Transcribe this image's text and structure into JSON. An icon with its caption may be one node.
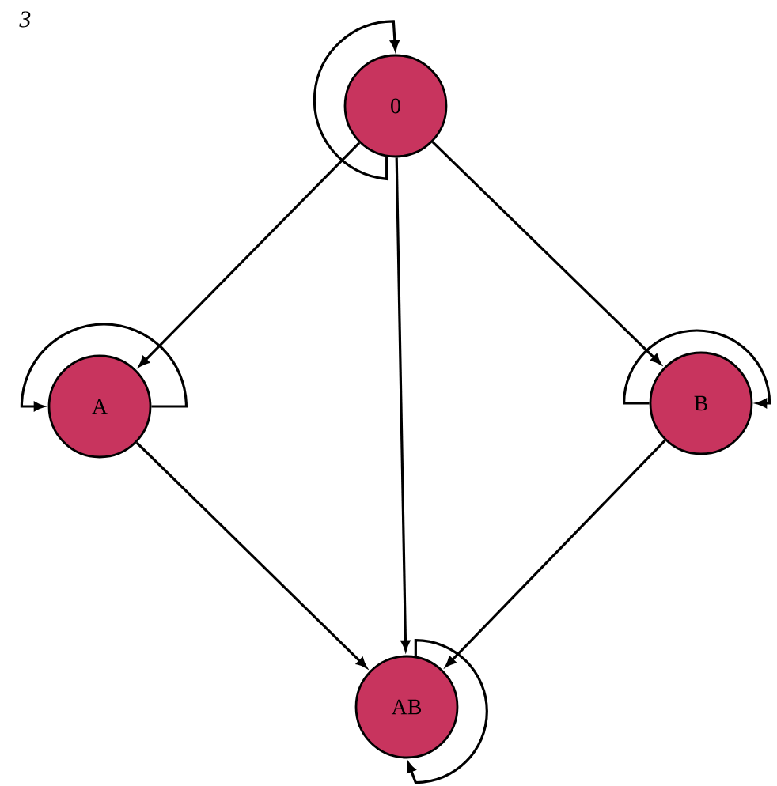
{
  "diagram": {
    "nodes": [
      {
        "text": [
          "0"
        ]
      },
      {
        "text": [
          "A"
        ]
      },
      {
        "text": [
          "B"
        ]
      },
      {
        "text": [
          "AB"
        ]
      }
    ],
    "edges": [
      {
        "from": 0,
        "to": 0,
        "arrow": "to"
      },
      {
        "from": 0,
        "to": 1,
        "arrow": "to"
      },
      {
        "from": 0,
        "to": 2,
        "arrow": "to"
      },
      {
        "from": 0,
        "to": 3,
        "arrow": "to"
      },
      {
        "from": 1,
        "to": 1,
        "arrow": "to"
      },
      {
        "from": 1,
        "to": 3,
        "arrow": "to"
      },
      {
        "from": 2,
        "to": 2,
        "arrow": "to"
      },
      {
        "from": 2,
        "to": 3,
        "arrow": "to"
      },
      {
        "from": 3,
        "to": 3,
        "arrow": "to"
      }
    ],
    "labels": [
      "3"
    ]
  }
}
